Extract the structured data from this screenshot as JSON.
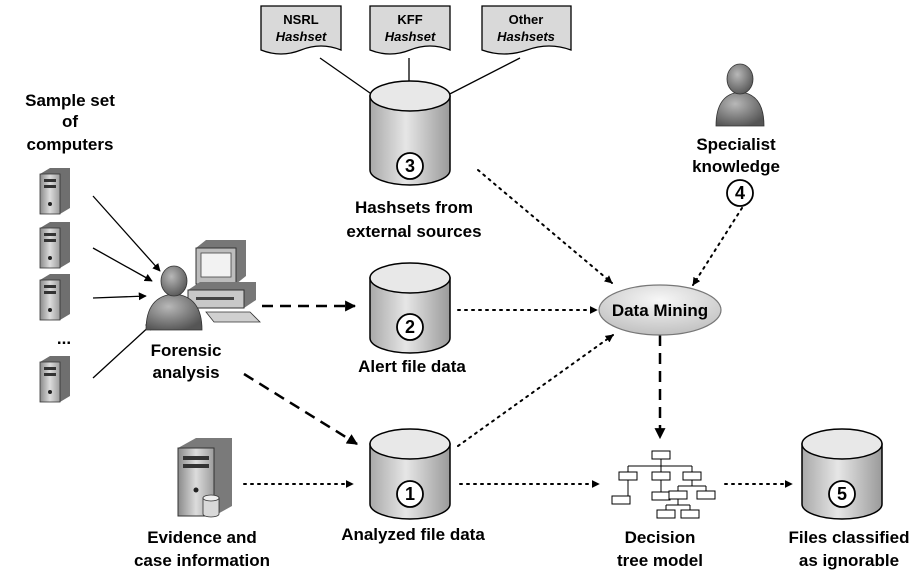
{
  "sample_set": {
    "line1": "Sample set",
    "line2": "of",
    "line3": "computers",
    "ellipsis": "..."
  },
  "hashsets": {
    "nsrl": {
      "line1": "NSRL",
      "line2": "Hashset"
    },
    "kff": {
      "line1": "KFF",
      "line2": "Hashset"
    },
    "other": {
      "line1": "Other",
      "line2": "Hashsets"
    }
  },
  "db3": {
    "number": "3",
    "line1": "Hashsets from",
    "line2": "external sources"
  },
  "db2": {
    "number": "2",
    "label": "Alert file data"
  },
  "db1": {
    "number": "1",
    "label": "Analyzed file data"
  },
  "db5": {
    "number": "5",
    "line1": "Files classified",
    "line2": "as ignorable"
  },
  "forensic": {
    "line1": "Forensic",
    "line2": "analysis"
  },
  "specialist": {
    "line1": "Specialist",
    "line2": "knowledge",
    "number": "4"
  },
  "data_mining": {
    "label": "Data Mining"
  },
  "decision_tree": {
    "line1": "Decision",
    "line2": "tree model"
  },
  "evidence": {
    "line1": "Evidence and",
    "line2": "case information"
  }
}
